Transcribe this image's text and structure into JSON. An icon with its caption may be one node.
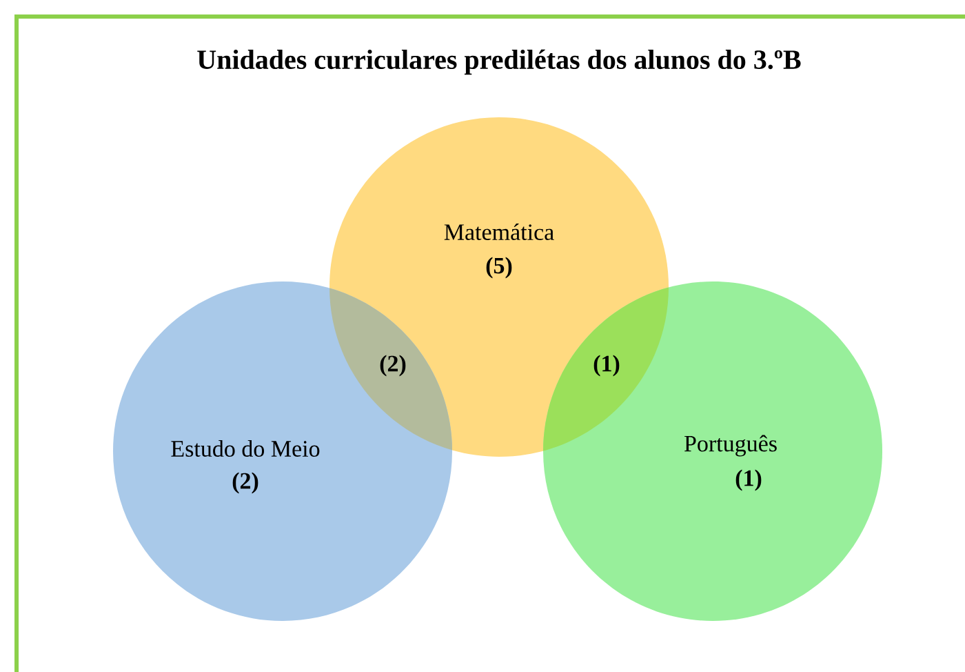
{
  "diagram": {
    "title": "Unidades curriculares predilétas dos alunos do 3.ºB",
    "nodes": [
      {
        "text": [
          "Matemática",
          "(5)"
        ]
      },
      {
        "text": [
          "Estudo do Meio",
          "(2)"
        ]
      },
      {
        "text": [
          "Português",
          "(1)"
        ]
      }
    ],
    "labels": [
      "(2)",
      "(1)"
    ]
  }
}
